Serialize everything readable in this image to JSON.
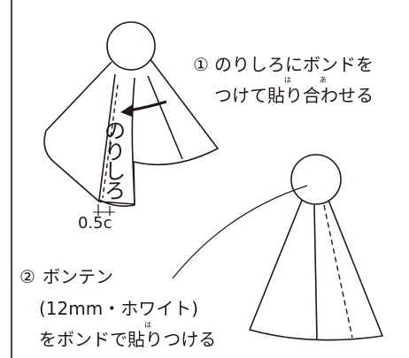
{
  "step1": {
    "number": "①",
    "line1": "のりしろにボンドを",
    "line2": "つけて貼り合わせる",
    "ruby_ha": "は",
    "ruby_a": "あ"
  },
  "seam_label_chars": [
    "の",
    "り",
    "し",
    "ろ"
  ],
  "seam_margin": "0.5c",
  "step2": {
    "number": "②",
    "line1": "ボンテン",
    "line2": "(12mm・ホワイト)",
    "line3": "をボンドで貼りつける",
    "ruby_ha": "は"
  },
  "colors": {
    "ink": "#231815",
    "paper": "#ffffff"
  }
}
